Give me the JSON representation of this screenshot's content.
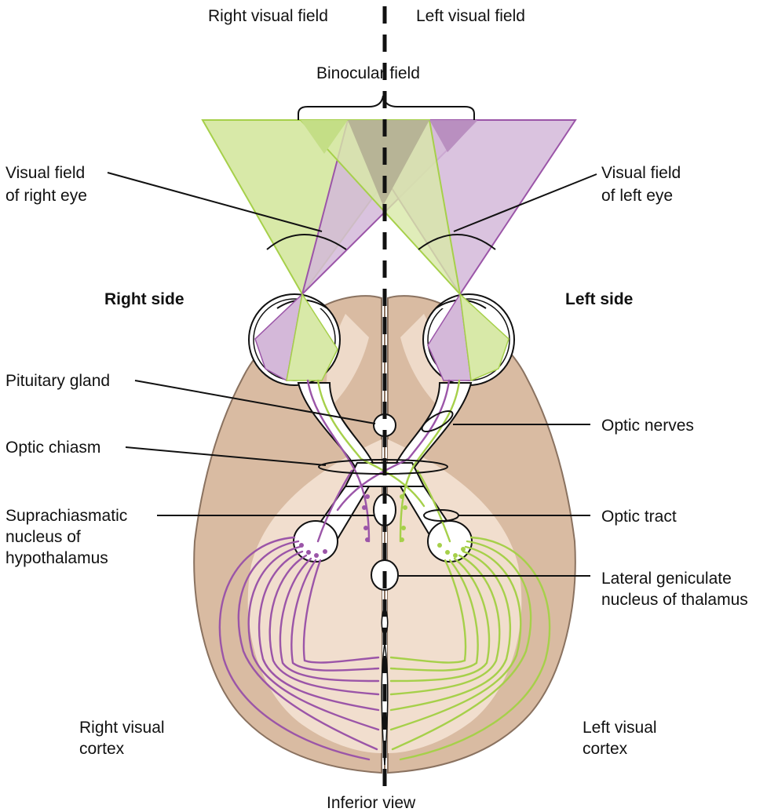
{
  "labels": {
    "right_visual_field": "Right visual field",
    "left_visual_field": "Left visual field",
    "binocular_field": "Binocular field",
    "visual_field_right_eye": [
      "Visual field",
      "of right eye"
    ],
    "visual_field_left_eye": [
      "Visual field",
      "of left eye"
    ],
    "right_side": "Right side",
    "left_side": "Left side",
    "pituitary_gland": "Pituitary gland",
    "optic_nerves": "Optic nerves",
    "optic_chiasm": "Optic chiasm",
    "suprachiasmatic_nucleus": [
      "Suprachiasmatic",
      "nucleus of",
      "hypothalamus"
    ],
    "optic_tract": "Optic tract",
    "lateral_geniculate_nucleus": [
      "Lateral geniculate",
      "nucleus of thalamus"
    ],
    "right_visual_cortex": [
      "Right visual",
      "cortex"
    ],
    "left_visual_cortex": [
      "Left visual",
      "cortex"
    ],
    "inferior_view": "Inferior view"
  },
  "colors": {
    "green_field": "#d8e9a8",
    "purple_field": "#d4b8d9",
    "overlap_field": "#b7b496",
    "green_fiber": "#a6d04a",
    "purple_fiber": "#9b55a8",
    "brain": "#d9bba2",
    "brain_light": "#f3e2d3",
    "brain_outline": "#8a7260"
  }
}
